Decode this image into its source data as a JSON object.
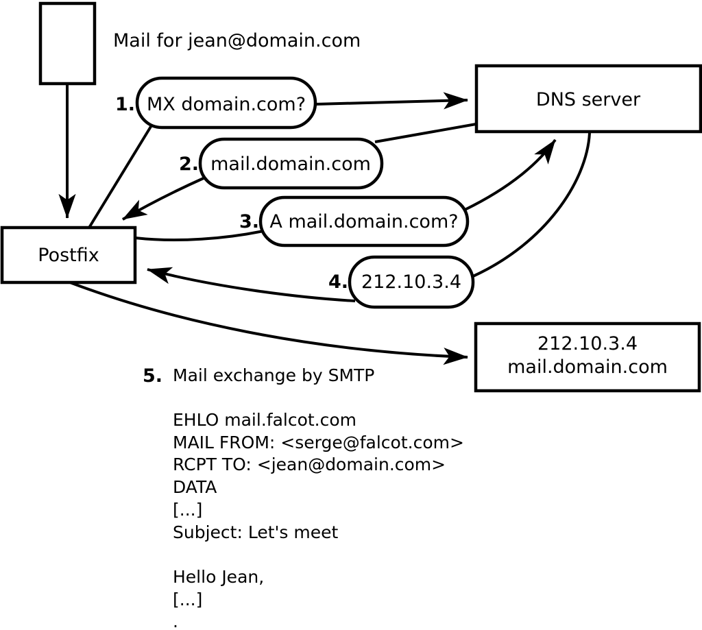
{
  "diagram": {
    "title_note": "Mail for jean@domain.com",
    "colors": {
      "background": "#ffffff",
      "stroke": "#000000",
      "text": "#000000"
    },
    "nodes": {
      "dns_server": {
        "label": "DNS server"
      },
      "postfix": {
        "label": "Postfix"
      },
      "mail_server": {
        "line1": "212.10.3.4",
        "line2": "mail.domain.com"
      }
    },
    "steps": [
      {
        "number": "1.",
        "label": "MX domain.com?"
      },
      {
        "number": "2.",
        "label": "mail.domain.com"
      },
      {
        "number": "3.",
        "label": "A mail.domain.com?"
      },
      {
        "number": "4.",
        "label": "212.10.3.4"
      },
      {
        "number": "5.",
        "label": "Mail exchange by SMTP"
      }
    ],
    "smtp_session": {
      "lines": [
        "EHLO mail.falcot.com",
        "MAIL FROM: <serge@falcot.com>",
        "RCPT TO: <jean@domain.com>",
        "DATA",
        "[...]",
        "Subject: Let's meet",
        "",
        "Hello Jean,",
        "[...]",
        "."
      ]
    }
  }
}
